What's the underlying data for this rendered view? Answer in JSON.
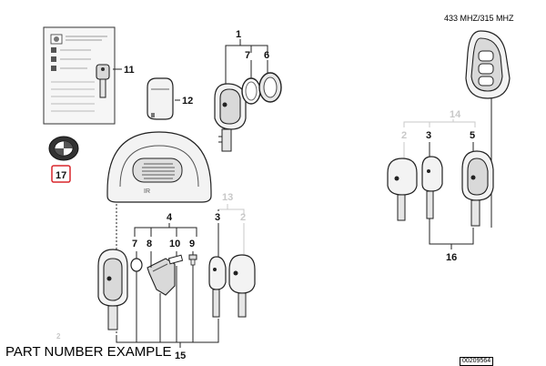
{
  "header": {
    "frequency_label": "433 MHZ/315 MHZ"
  },
  "caption": "PART NUMBER EXAMPLE",
  "reference_code": "00209564",
  "labels": {
    "l1": "1",
    "l2a": "2",
    "l2b": "2",
    "l2c": "2",
    "l3a": "3",
    "l3b": "3",
    "l4": "4",
    "l5": "5",
    "l6": "6",
    "l7a": "7",
    "l7b": "7",
    "l8": "8",
    "l9": "9",
    "l10": "10",
    "l11": "11",
    "l12": "12",
    "l13": "13",
    "l14": "14",
    "l15": "15",
    "l16": "16",
    "l17": "17"
  },
  "remote_window_text": "IR",
  "highlighted_part": "17",
  "colors": {
    "highlight": "#d9262c",
    "grey_label": "#c8c8c8",
    "ink": "#111111"
  }
}
